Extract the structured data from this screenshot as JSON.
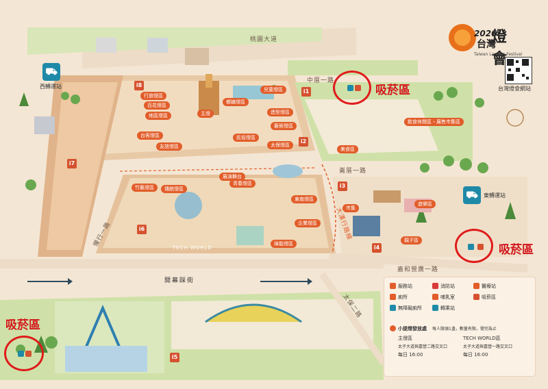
{
  "logo": {
    "year": "2026",
    "title_tw": "台灣",
    "title_big": "燈會",
    "subtitle": "Taiwan Lantern Festival"
  },
  "qr": {
    "caption": "台灣燈會網站"
  },
  "smoking": {
    "label": "吸菸區"
  },
  "stations": {
    "west": "西轉運站",
    "east": "東轉運站"
  },
  "roads": {
    "north": "桃園大道",
    "cross1": "中厝一路",
    "cross2": "崙厝一路",
    "main_ave": "慢行一路",
    "east_road": "大漢行路線",
    "south": "嘉和營廣一路",
    "diag": "太保二路",
    "parade": "開幕踩街"
  },
  "zones": [
    "i1",
    "i2",
    "i3",
    "i4",
    "i5",
    "i6",
    "i7",
    "i8"
  ],
  "tags": {
    "t1": "主燈",
    "t2": "行旅燈區",
    "t3": "百花燈區",
    "t4": "地區燈區",
    "t5": "展演舞台",
    "t6": "台客燈區",
    "t7": "友誼燈區",
    "t8": "鄉鎮燈區",
    "t9": "兒童燈區",
    "t10": "造型燈區",
    "t11": "藝術燈區",
    "t12": "太保燈區",
    "t13": "民俗燈區",
    "t14": "竹藝燈區",
    "t15": "傳統燈區",
    "t16": "青春燈區",
    "t17": "東南燈區",
    "t18": "企業燈區",
    "t19": "綠能燈區",
    "t20": "美食區",
    "t21": "飲食休閒區・展售市集區",
    "t22": "市集",
    "t23": "遊樂區",
    "t24": "親子區",
    "tech": "TECH WORLD"
  },
  "legend": {
    "items": [
      {
        "label": "服務站",
        "color": "#e25d2a"
      },
      {
        "label": "醫療站",
        "color": "#d83a3a"
      },
      {
        "label": "廁所",
        "color": "#e25d2a"
      },
      {
        "label": "吸菸區",
        "color": "#d6522f"
      },
      {
        "label": "消防站",
        "color": "#e25d2a"
      },
      {
        "label": "哺乳室",
        "color": "#e25d2a"
      },
      {
        "label": "轉乘站",
        "color": "#1f8aa8"
      },
      {
        "label": "無障礙廁所",
        "color": "#1f8aa8"
      }
    ],
    "left_title": "小提燈發放處",
    "left_loc1": "主燈區",
    "left_loc2": "太子大道與嘉營二路交叉口",
    "left_time": "每日 16:00",
    "right_title": "TECH WORLD區",
    "right_loc": "太子大道與嘉營一路交叉口",
    "right_time": "每日 16:00",
    "note": "每人限領1盞，數量有限，發完為止"
  },
  "colors": {
    "ground": "#f4e6d4",
    "grass": "#cfe1a8",
    "plaza": "#efd9b8",
    "road": "#eddcc7",
    "accent": "#e25d2a",
    "smoke_ring": "#e01b1b"
  }
}
